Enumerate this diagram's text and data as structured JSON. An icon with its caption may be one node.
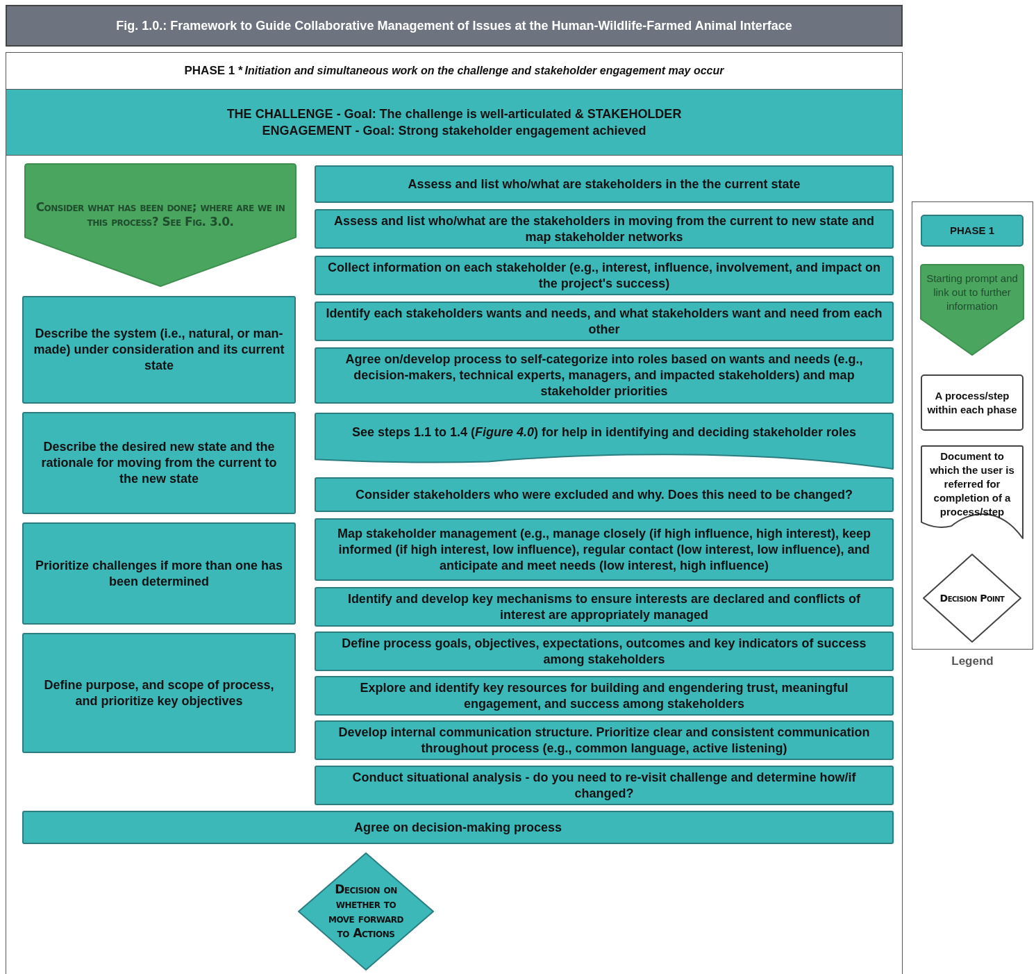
{
  "diagram": {
    "title": "Fig. 1.0.: Framework to Guide Collaborative Management of Issues at the Human-Wildlife-Farmed Animal Interface",
    "nodes": [
      {
        "text": [
          "PHASE 1 *",
          "Initiation and simultaneous work on the challenge and stakeholder engagement may occur"
        ]
      },
      {
        "text": [
          "THE CHALLENGE - Goal: The challenge is well-articulated & STAKEHOLDER ENGAGEMENT - Goal: Strong stakeholder engagement achieved"
        ],
        "in": 0
      },
      {
        "text": [
          "Consider what has been done; where are we in this process? See Fig. 3.0."
        ],
        "in": 0
      },
      {
        "text": [
          "Describe the system (i.e., natural, or man-made) under consideration and its current state"
        ],
        "in": 0
      },
      {
        "text": [
          "Describe the desired new state and the rationale for moving from the current to the new state"
        ],
        "in": 0
      },
      {
        "text": [
          "Prioritize challenges if more than one has been determined"
        ],
        "in": 0
      },
      {
        "text": [
          "Define purpose, and scope of process, and prioritize key objectives"
        ],
        "in": 0
      },
      {
        "text": [
          "Assess and list who/what are stakeholders in the the current state"
        ],
        "in": 0
      },
      {
        "text": [
          "Assess and list who/what are the stakeholders in moving from the current to new state and map stakeholder networks"
        ],
        "in": 0
      },
      {
        "text": [
          "Collect information on each stakeholder (e.g., interest, influence, involvement, and impact on the project's success)"
        ],
        "in": 0
      },
      {
        "text": [
          "Identify each stakeholders wants and needs, and what stakeholders want and need from each other"
        ],
        "in": 0
      },
      {
        "text": [
          "Agree on/develop process to self-categorize into roles based on wants and needs (e.g., decision-makers, technical experts, managers, and impacted stakeholders) and map stakeholder priorities"
        ],
        "in": 0
      },
      {
        "text": [
          "See steps 1.1 to 1.4 (*Figure 4.0*) for help in identifying and deciding stakeholder roles"
        ],
        "in": 0
      },
      {
        "text": [
          "Consider stakeholders who were excluded and why. Does this need to be changed?"
        ],
        "in": 0
      },
      {
        "text": [
          "Map stakeholder management (e.g., manage closely (if high influence, high interest), keep informed (if high interest, low influence), regular contact (low interest, low influence), and anticipate and meet needs (low interest, high influence)"
        ],
        "in": 0
      },
      {
        "text": [
          "Identify and develop key mechanisms to ensure interests are declared and conflicts of interest are appropriately managed"
        ],
        "in": 0
      },
      {
        "text": [
          "Define process goals, objectives, expectations, outcomes and key indicators of success among stakeholders"
        ],
        "in": 0
      },
      {
        "text": [
          "Explore and identify key resources for building and engendering trust, meaningful engagement, and success among stakeholders"
        ],
        "in": 0
      },
      {
        "text": [
          "Develop internal communication structure. Prioritize clear and consistent communication throughout process (e.g., common language, active listening)"
        ],
        "in": 0
      },
      {
        "text": [
          "Conduct situational analysis - do you need to re-visit challenge and determine how/if changed?"
        ],
        "in": 0
      },
      {
        "text": [
          "Agree on decision-making process"
        ],
        "in": 0
      },
      {
        "text": [
          "Decision on whether to move forward to Actions"
        ],
        "in": 0
      },
      {
        "text": [
          "Legend"
        ]
      },
      {
        "text": [
          "PHASE 1"
        ],
        "in": 22
      },
      {
        "text": [
          "Starting prompt and link out to further information"
        ],
        "in": 22
      },
      {
        "text": [
          "A process/step within each phase"
        ],
        "in": 22
      },
      {
        "text": [
          "Document to which the user is referred for completion of a process/step"
        ],
        "in": 22
      },
      {
        "text": [
          "Decision Point"
        ],
        "in": 22
      }
    ]
  }
}
